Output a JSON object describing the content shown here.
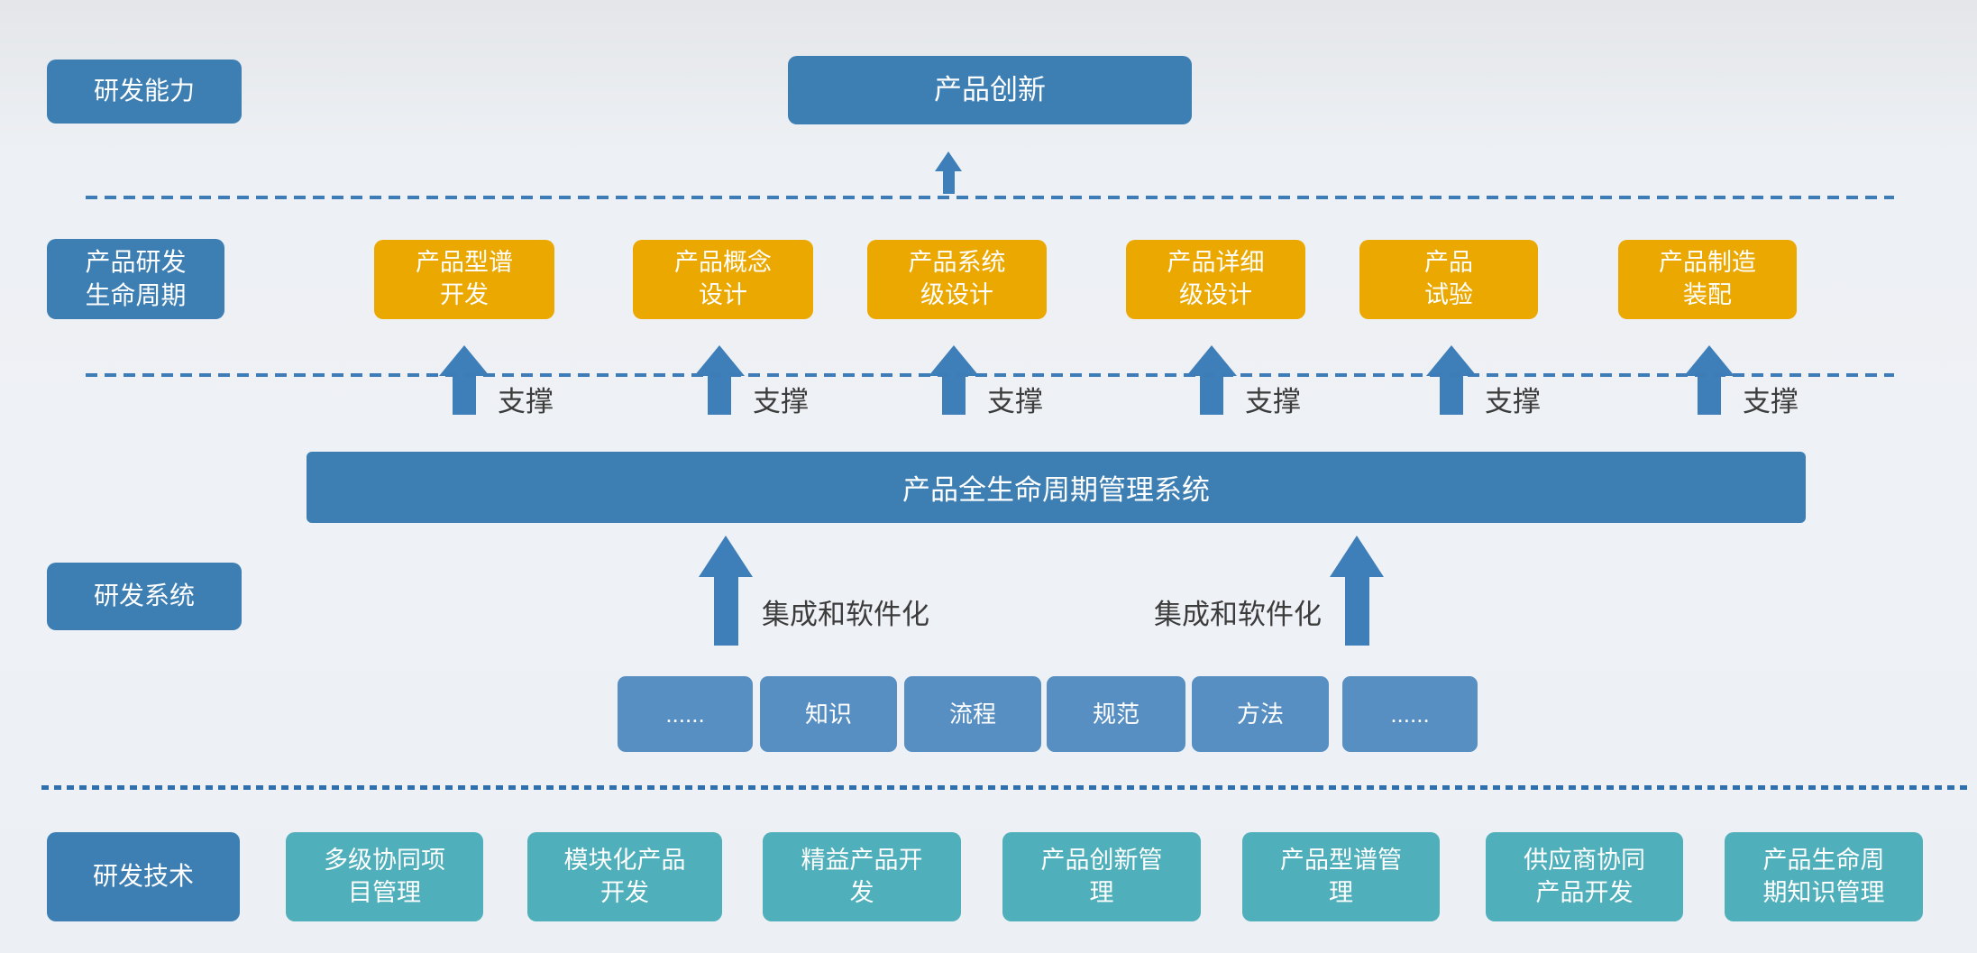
{
  "diagram": {
    "title_area": {
      "capability_side_label": "研发能力",
      "innovation_box": "产品创新"
    },
    "lifecycle_row": {
      "side_label": "产品研发\n生命周期",
      "stages": [
        "产品型谱\n开发",
        "产品概念\n设计",
        "产品系统\n级设计",
        "产品详细\n级设计",
        "产品\n试验",
        "产品制造\n装配"
      ],
      "support_label": "支撑"
    },
    "system_row": {
      "side_label": "研发系统",
      "plm_bar": "产品全生命周期管理系统",
      "integration_label": "集成和软件化",
      "elements": [
        "......",
        "知识",
        "流程",
        "规范",
        "方法",
        "......"
      ]
    },
    "technology_row": {
      "side_label": "研发技术",
      "items": [
        "多级协同项\n目管理",
        "模块化产品\n开发",
        "精益产品开\n发",
        "产品创新管\n理",
        "产品型谱管\n理",
        "供应商协同\n产品开发",
        "产品生命周\n期知识管理"
      ]
    },
    "colors": {
      "primary_blue": "#3d7eb3",
      "stage_yellow": "#eba800",
      "technology_teal": "#4fafba",
      "element_light_blue": "#588fc3",
      "arrow_blue": "#3e7fba",
      "dashed_line_blue": "#3e7cb8",
      "dotted_line_blue": "#2f6fac",
      "annotation_text": "#3c3c3c"
    }
  }
}
